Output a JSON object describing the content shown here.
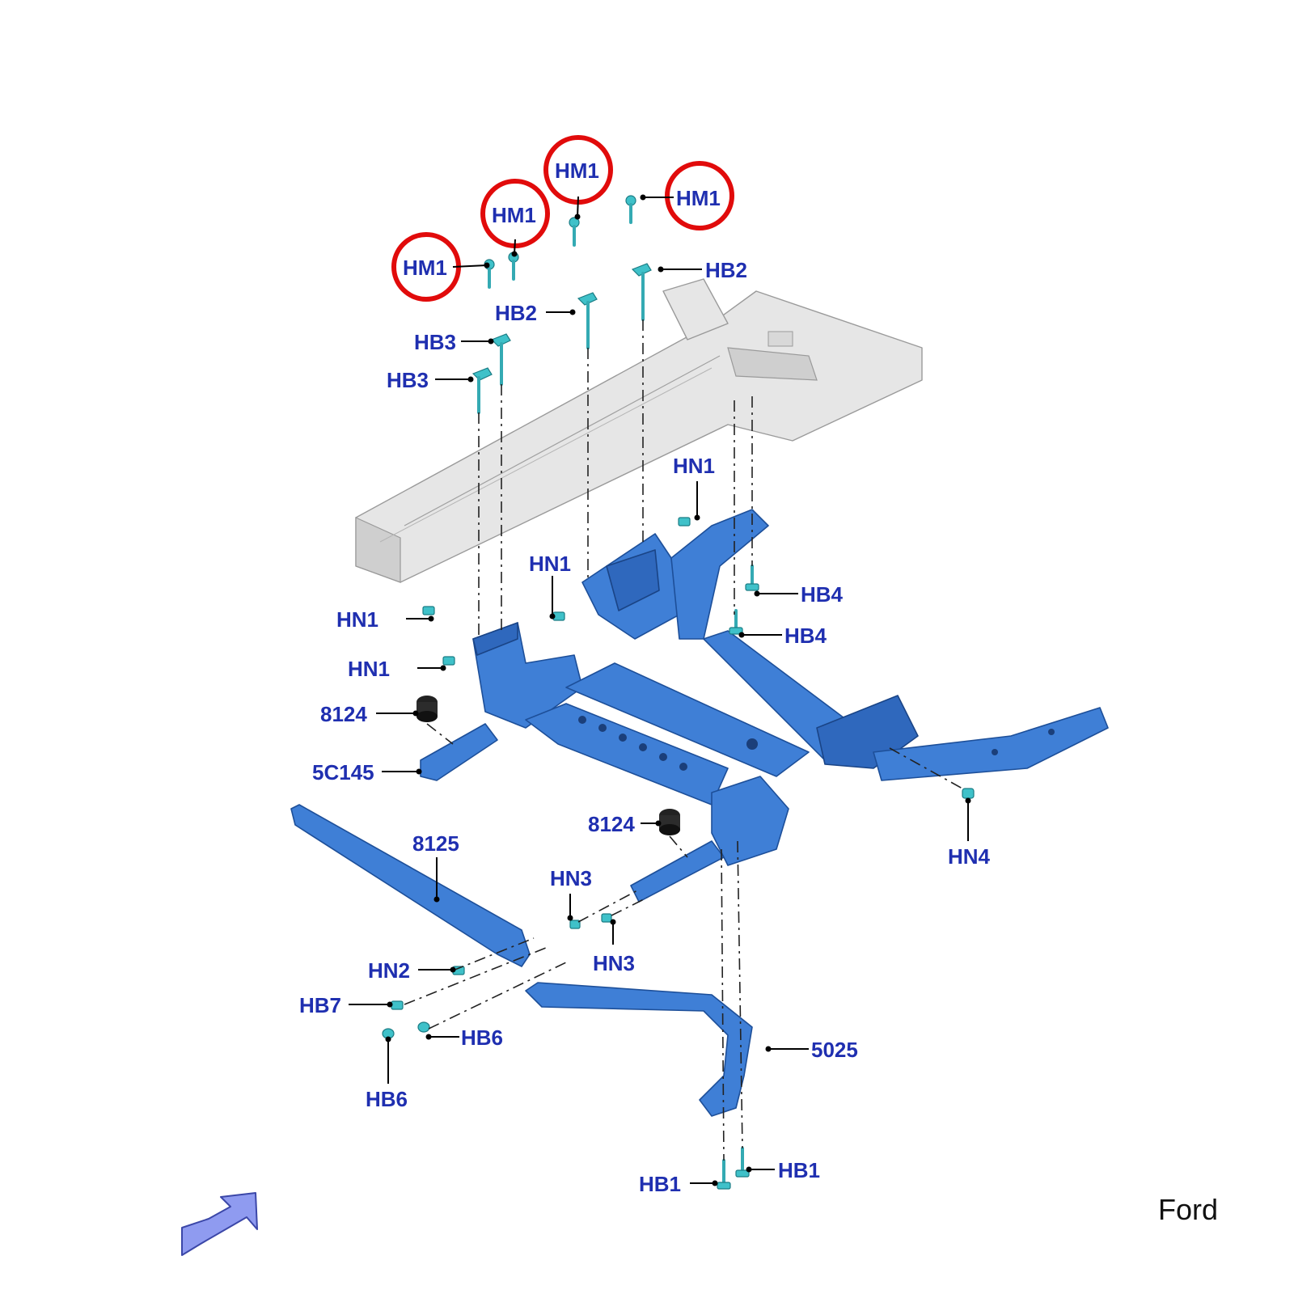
{
  "brand": "Ford",
  "colors": {
    "label": "#1f2fb0",
    "part_blue": "#3f7fd6",
    "body_gray": "#e6e6e6",
    "fastener": "#3fc1c9",
    "highlight_ring": "#e10b0b"
  },
  "callouts": {
    "hm1_a": "HM1",
    "hm1_b": "HM1",
    "hm1_c": "HM1",
    "hm1_d": "HM1",
    "hb2_a": "HB2",
    "hb2_b": "HB2",
    "hb3_a": "HB3",
    "hb3_b": "HB3",
    "hn1_a": "HN1",
    "hn1_b": "HN1",
    "hn1_c": "HN1",
    "hn1_d": "HN1",
    "hb4_a": "HB4",
    "hb4_b": "HB4",
    "p8124_a": "8124",
    "p8124_b": "8124",
    "p5c145": "5C145",
    "p8125": "8125",
    "hn3_a": "HN3",
    "hn3_b": "HN3",
    "hn4": "HN4",
    "hn2": "HN2",
    "hb7": "HB7",
    "hb6_a": "HB6",
    "hb6_b": "HB6",
    "p5025": "5025",
    "hb1_a": "HB1",
    "hb1_b": "HB1"
  },
  "icons": {
    "highlight": "red-circle-icon",
    "direction": "front-direction-arrow-icon"
  }
}
